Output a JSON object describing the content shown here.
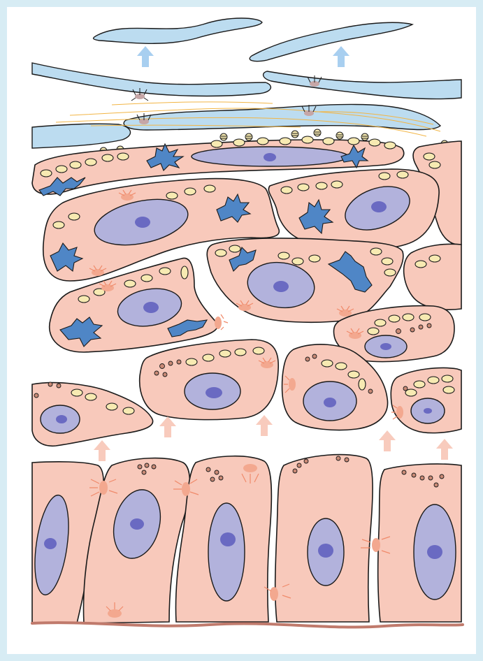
{
  "figure": {
    "palette": {
      "frame": "#d7ecf4",
      "cell_fill": "#f8c9bb",
      "corneocyte_fill": "#bcdcf0",
      "nucleus_fill": "#b2b2dc",
      "granule_fill": "#f7eab2",
      "langerhans_fill": "#4f86c6",
      "basement_membrane": "#c07a6c",
      "arrow_up_blue": "#a8cff0",
      "arrow_up_pink": "#f8cbbd"
    },
    "layers": [
      "stratum-corneum",
      "stratum-granulosum",
      "stratum-spinosum",
      "stratum-basale"
    ]
  }
}
